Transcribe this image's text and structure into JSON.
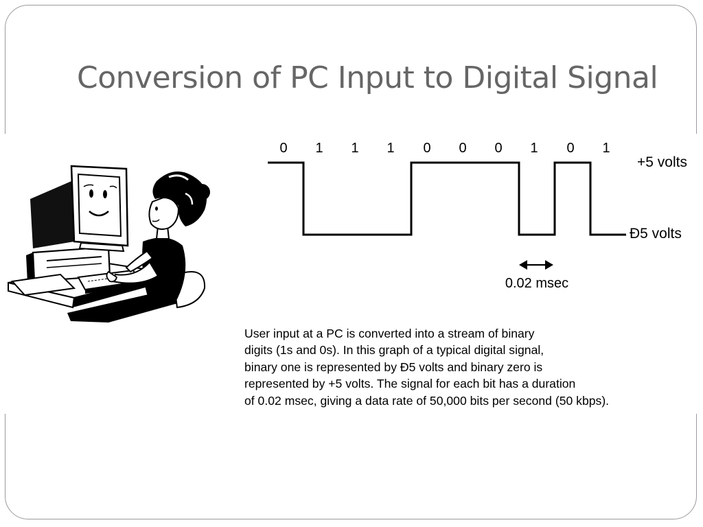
{
  "slide": {
    "title": "Conversion of PC Input to Digital Signal"
  },
  "diagram": {
    "bits": [
      "0",
      "1",
      "1",
      "1",
      "0",
      "0",
      "0",
      "1",
      "0",
      "1"
    ],
    "high_level_label": "+5 volts",
    "low_level_label": "Đ5 volts",
    "bit_duration_label": "0.02 msec"
  },
  "caption": {
    "lines": [
      "User input at a PC is converted into a stream of binary",
      "digits (1s and 0s). In this graph of a typical digital signal,",
      "binary one is represented by Đ5 volts and binary zero is",
      "represented by +5 volts. The signal for each bit has a duration",
      "of 0.02 msec, giving a data rate of 50,000 bits per second (50 kbps)."
    ]
  },
  "illustration": {
    "icon": "person-at-computer-icon"
  }
}
